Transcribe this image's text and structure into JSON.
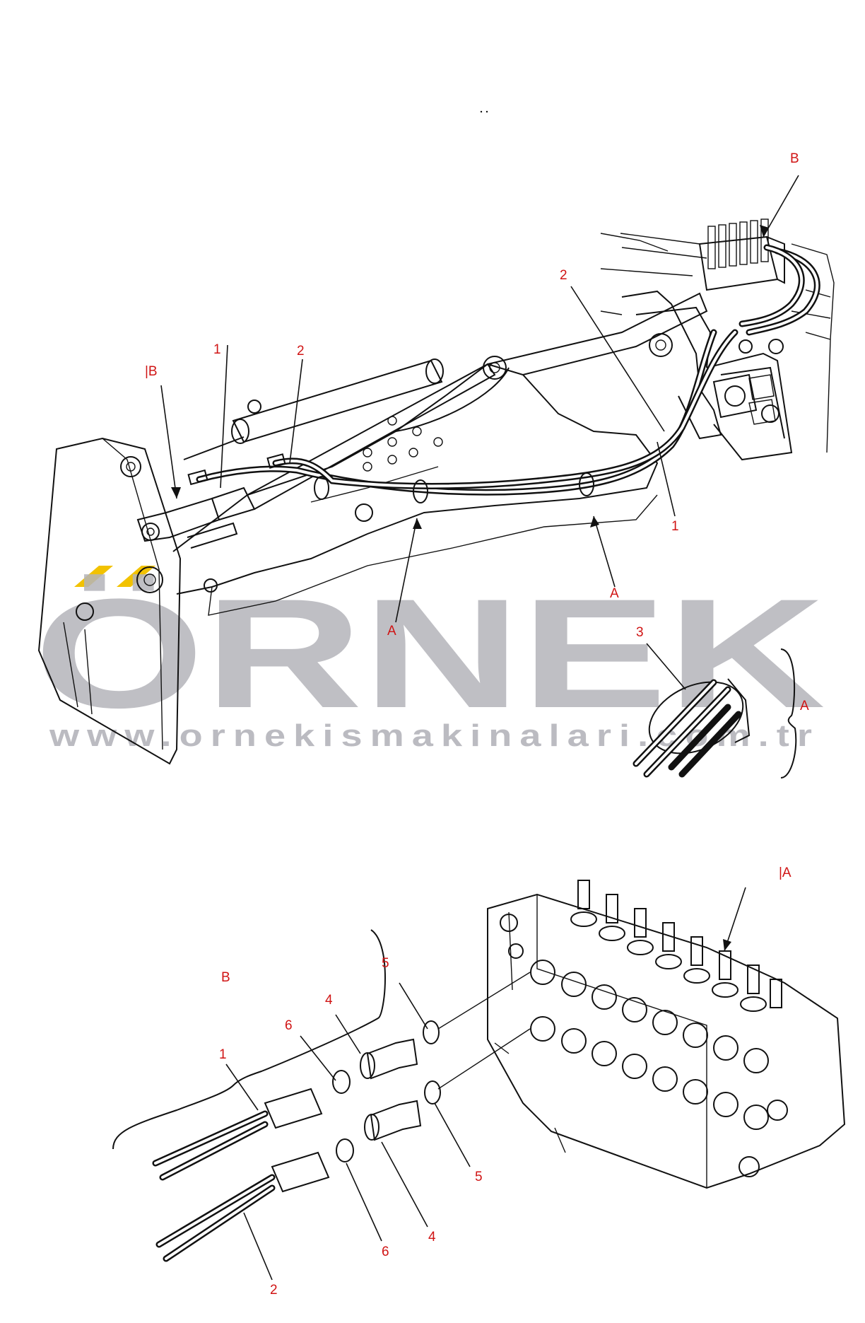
{
  "labels": {
    "upper_B": "B",
    "upper_2_right": "2",
    "upper_1_left": "1",
    "upper_2_left": "2",
    "upper_B_left": "|B",
    "upper_1_right": "1",
    "upper_A_right": "A",
    "upper_A_left": "A",
    "detail_3": "3",
    "detail_A": "A",
    "lower_A": "|A",
    "lower_B": "B",
    "lower_5_top": "5",
    "lower_4_top": "4",
    "lower_6_top": "6",
    "lower_1": "1",
    "lower_5_bottom": "5",
    "lower_4_bottom": "4",
    "lower_6_bottom": "6",
    "lower_2": "2"
  },
  "watermark": {
    "brand": "ÖRNEK",
    "url": "www.ornekismakinalari.com.tr"
  },
  "colors": {
    "label": "#d01414",
    "line": "#111111",
    "watermark": "#b4b4ba",
    "watermark_accent": "#f2c200"
  }
}
